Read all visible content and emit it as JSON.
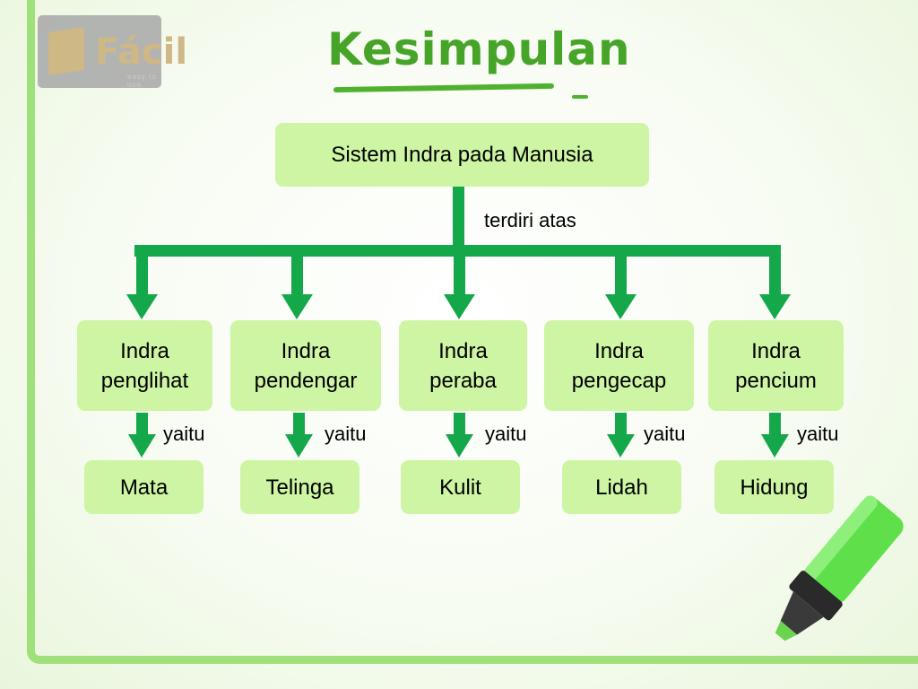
{
  "title": "Kesimpulan",
  "logo": {
    "word": "Fácil",
    "tagline": "easy to use"
  },
  "root": {
    "label": "Sistem Indra pada Manusia"
  },
  "relation_main": "terdiri atas",
  "categories": [
    {
      "line1": "Indra",
      "line2": "penglihat",
      "relation": "yaitu",
      "organ": "Mata"
    },
    {
      "line1": "Indra",
      "line2": "pendengar",
      "relation": "yaitu",
      "organ": "Telinga"
    },
    {
      "line1": "Indra",
      "line2": "peraba",
      "relation": "yaitu",
      "organ": "Kulit"
    },
    {
      "line1": "Indra",
      "line2": "pengecap",
      "relation": "yaitu",
      "organ": "Lidah"
    },
    {
      "line1": "Indra",
      "line2": "pencium",
      "relation": "yaitu",
      "organ": "Hidung"
    }
  ],
  "colors": {
    "box_fill": "#cdf5a3",
    "arrow": "#14a84a",
    "title": "#46a528",
    "frame": "#9fe07a"
  },
  "icons": [
    "logo-mark-icon",
    "highlighter-marker-icon"
  ]
}
